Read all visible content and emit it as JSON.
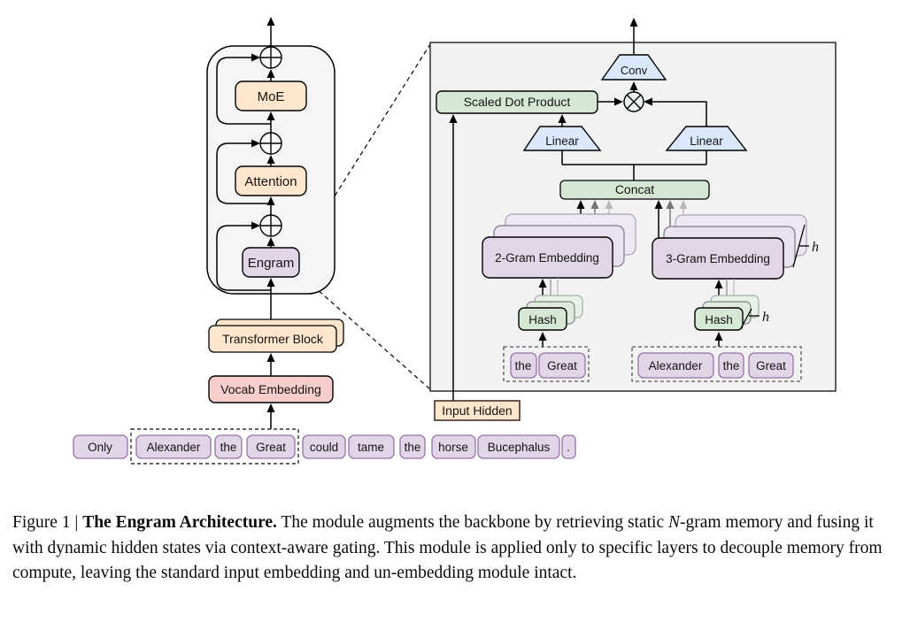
{
  "figure": {
    "backbone": {
      "moe": "MoE",
      "attention": "Attention",
      "engram": "Engram",
      "transformer_block": "Transformer Block",
      "vocab_embedding": "Vocab Embedding"
    },
    "sentence_tokens": [
      "Only",
      "Alexander",
      "the",
      "Great",
      "could",
      "tame",
      "the",
      "horse",
      "Bucephalus",
      "."
    ],
    "module": {
      "conv": "Conv",
      "scaled_dot_product": "Scaled Dot Product",
      "linear_left": "Linear",
      "linear_right": "Linear",
      "concat": "Concat",
      "bigram_embedding": "2-Gram Embedding",
      "trigram_embedding": "3-Gram Embedding",
      "hash_left": "Hash",
      "hash_right": "Hash",
      "heads_label_embedding": "h",
      "heads_label_hash": "h",
      "input_hidden": "Input Hidden",
      "bigram_tokens": [
        "the",
        "Great"
      ],
      "trigram_tokens": [
        "Alexander",
        "the",
        "Great"
      ]
    },
    "colors": {
      "peach": "#ffe6cc",
      "purple": "#e1d5e7",
      "purple_border": "#9673a6",
      "pink": "#f8cecc",
      "green": "#d5e8d4",
      "blue": "#dae8fc",
      "panel_bg": "#f2f2f2",
      "container_bg": "#f5f5f5"
    }
  },
  "caption": {
    "prefix": "Figure 1 | ",
    "title": "The Engram Architecture.",
    "body_before_n": " The module augments the backbone by retrieving static ",
    "n_italic": "N",
    "body_after_n": "-gram memory and fusing it with dynamic hidden states via context-aware gating. This module is applied only to specific layers to decouple memory from compute, leaving the standard input embedding and un-embedding module intact."
  }
}
